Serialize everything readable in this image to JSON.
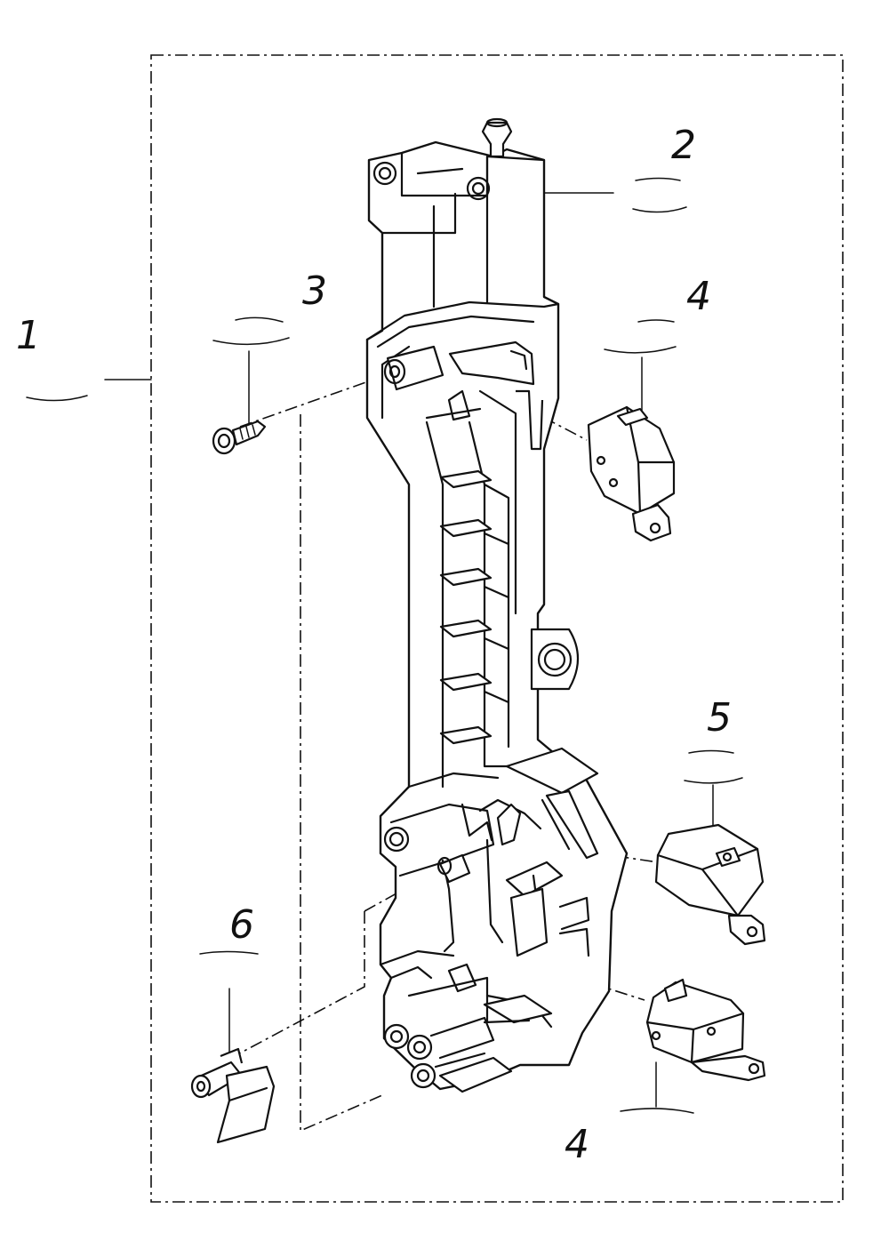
{
  "callouts": {
    "c1": "1",
    "c2": "2",
    "c3": "3",
    "c4_top": "4",
    "c5": "5",
    "c6": "6",
    "c4_bottom": "4"
  }
}
